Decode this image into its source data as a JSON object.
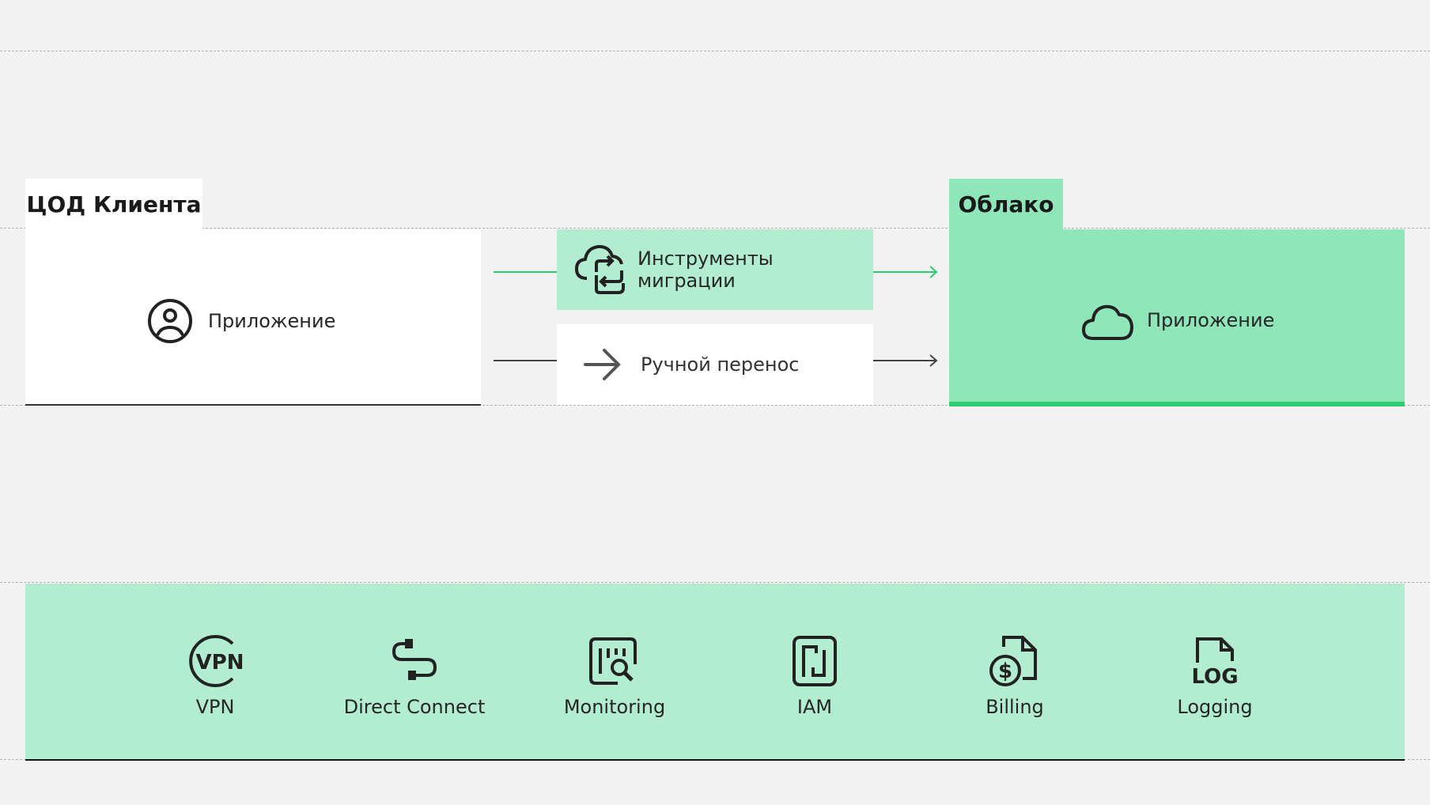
{
  "client_dc": {
    "title": "ЦОД Клиента",
    "app_label": "Приложение",
    "icon": "user-icon"
  },
  "cloud": {
    "title": "Облако",
    "app_label": "Приложение",
    "icon": "cloud-icon"
  },
  "transfer": {
    "tools_label": "Инструменты миграции",
    "tools_icon": "cloud-sync-icon",
    "manual_label": "Ручной перенос",
    "manual_icon": "arrow-right-icon"
  },
  "services": [
    {
      "label": "VPN",
      "icon": "vpn-icon"
    },
    {
      "label": "Direct Connect",
      "icon": "direct-connect-icon"
    },
    {
      "label": "Monitoring",
      "icon": "monitoring-icon"
    },
    {
      "label": "IAM",
      "icon": "iam-icon"
    },
    {
      "label": "Billing",
      "icon": "billing-icon"
    },
    {
      "label": "Logging",
      "icon": "logging-icon"
    }
  ],
  "colors": {
    "background": "#f2f2f2",
    "cloud_green": "#8ee6b9",
    "cloud_accent": "#2ecc71",
    "services_green": "#b2edd1",
    "white": "#ffffff",
    "line": "#333333"
  }
}
